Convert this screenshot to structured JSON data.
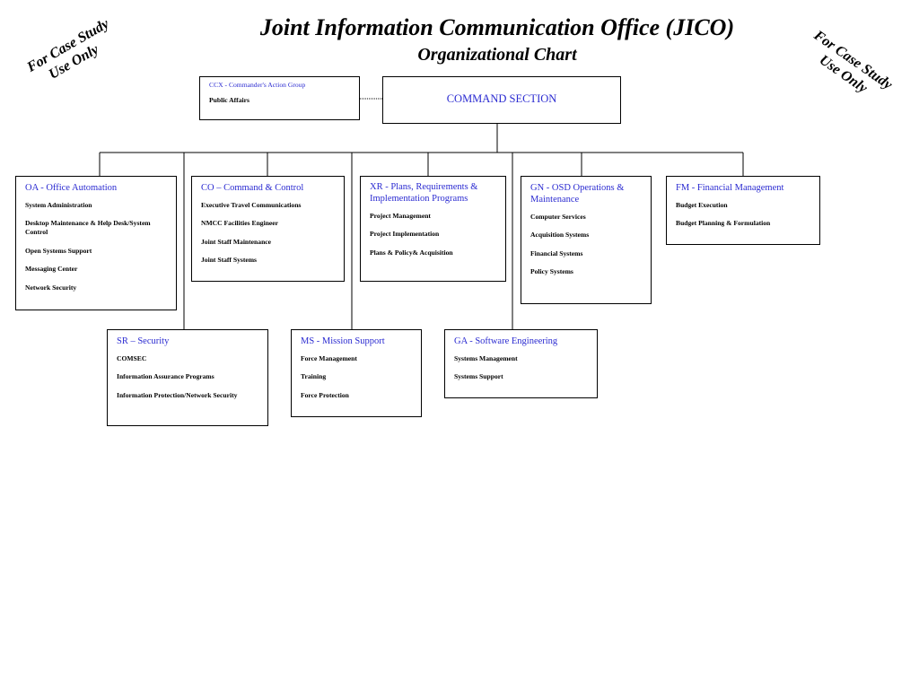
{
  "title": "Joint Information Communication Office (JICO)",
  "subtitle": "Organizational Chart",
  "watermark": {
    "line1": "For Case Study",
    "line2": "Use Only"
  },
  "ccx": {
    "head": "CCX - Commander's Action Group",
    "items": [
      "Public Affairs"
    ]
  },
  "command": {
    "head": "COMMAND SECTION"
  },
  "units": {
    "oa": {
      "head": "OA - Office Automation",
      "items": [
        "System Administration",
        "Desktop Maintenance & Help Desk/System Control",
        "Open Systems Support",
        "Messaging Center",
        "Network Security"
      ]
    },
    "co": {
      "head": "CO – Command & Control",
      "items": [
        "Executive Travel Communications",
        "NMCC Facilities Engineer",
        "Joint Staff Maintenance",
        "Joint Staff Systems"
      ]
    },
    "xr": {
      "head": "XR - Plans, Requirements & Implementation Programs",
      "items": [
        "Project Management",
        "Project Implementation",
        "Plans & Policy& Acquisition"
      ]
    },
    "gn": {
      "head": "GN - OSD Operations & Maintenance",
      "items": [
        "Computer Services",
        "Acquisition Systems",
        "Financial Systems",
        "Policy Systems"
      ]
    },
    "fm": {
      "head": "FM - Financial Management",
      "items": [
        "Budget Execution",
        "Budget Planning & Formulation"
      ]
    },
    "sr": {
      "head": "SR – Security",
      "items": [
        "COMSEC",
        "Information Assurance Programs",
        "Information Protection/Network Security"
      ]
    },
    "ms": {
      "head": "MS - Mission Support",
      "items": [
        "Force Management",
        "Training",
        "Force Protection"
      ]
    },
    "ga": {
      "head": "GA - Software Engineering",
      "items": [
        "Systems Management",
        "Systems Support"
      ]
    }
  }
}
